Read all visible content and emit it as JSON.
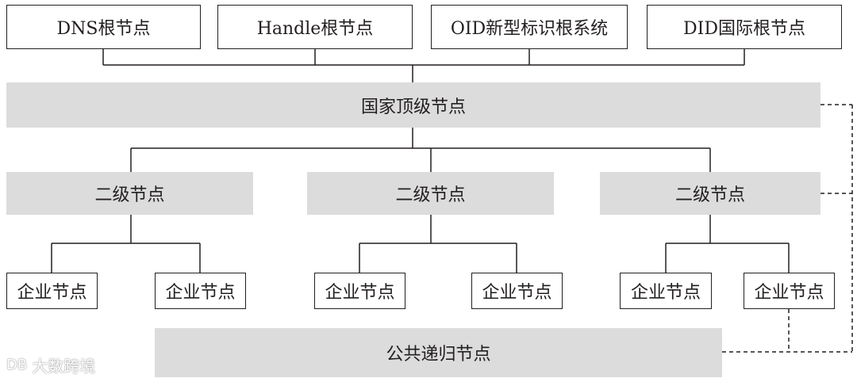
{
  "root_nodes": [
    "DNS根节点",
    "Handle根节点",
    "OID新型标识根系统",
    "DID国际根节点"
  ],
  "national_top_node": "国家顶级节点",
  "secondary_nodes": [
    "二级节点",
    "二级节点",
    "二级节点"
  ],
  "enterprise_nodes": [
    "企业节点",
    "企业节点",
    "企业节点",
    "企业节点",
    "企业节点",
    "企业节点"
  ],
  "public_recursive_node": "公共递归节点",
  "watermark": {
    "logo": "DB",
    "text": "大数跨境"
  },
  "colors": {
    "node_fill_gray": "#dcdcdc",
    "line": "#231f20"
  }
}
